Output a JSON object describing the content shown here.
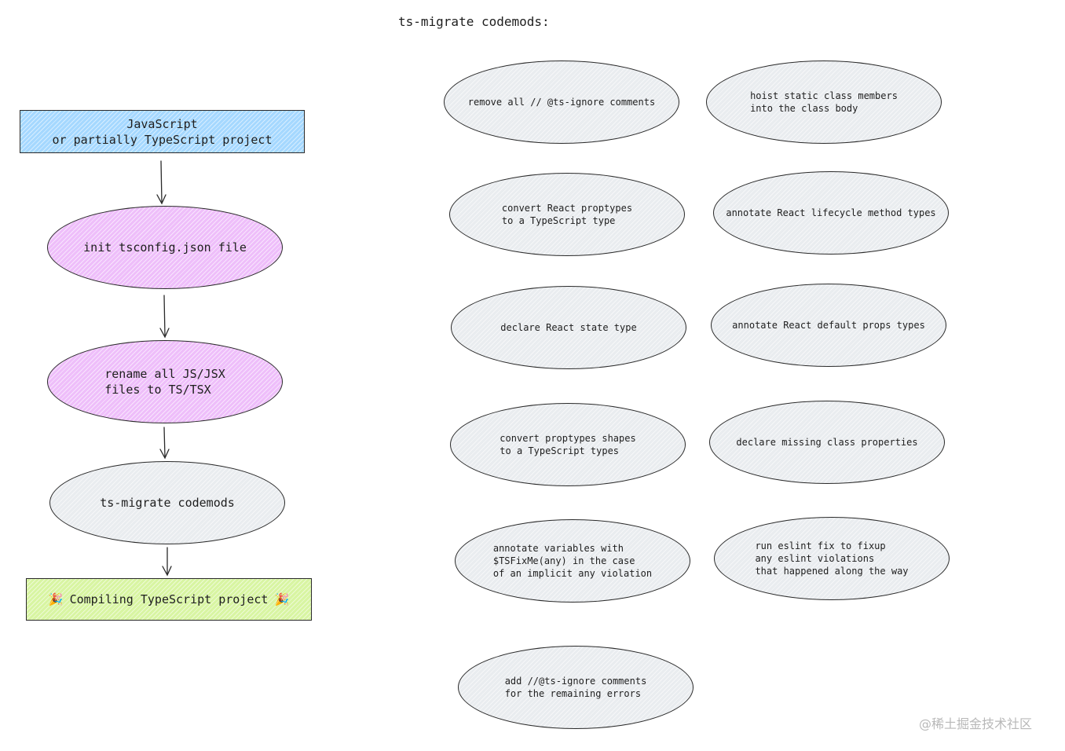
{
  "title": "ts-migrate codemods:",
  "flow": {
    "start": "JavaScript\nor partially TypeScript project",
    "init": "init tsconfig.json file",
    "rename": "rename all JS/JSX\nfiles to TS/TSX",
    "codemods": "ts-migrate codemods",
    "end_emoji": "🎉",
    "end": "Compiling TypeScript project"
  },
  "codemods": [
    "remove all // @ts-ignore comments",
    "hoist static class members\ninto the class body",
    "convert React proptypes\nto a TypeScript type",
    "annotate React lifecycle method types",
    "declare React state type",
    "annotate React default props types",
    "convert proptypes shapes\nto a TypeScript types",
    "declare missing class properties",
    "annotate variables with\n$TSFixMe(any) in the case\nof an implicit any violation",
    "run eslint fix to fixup\nany eslint violations\nthat happened along the way",
    "add //@ts-ignore comments\nfor the remaining errors"
  ],
  "colors": {
    "start_fill": "#a5d8ff",
    "step_fill": "#eebefa",
    "codemod_fill": "#e9ecef",
    "end_fill": "#d8f5a2",
    "stroke": "#2a2a2a"
  },
  "watermark": "@稀土掘金技术社区"
}
